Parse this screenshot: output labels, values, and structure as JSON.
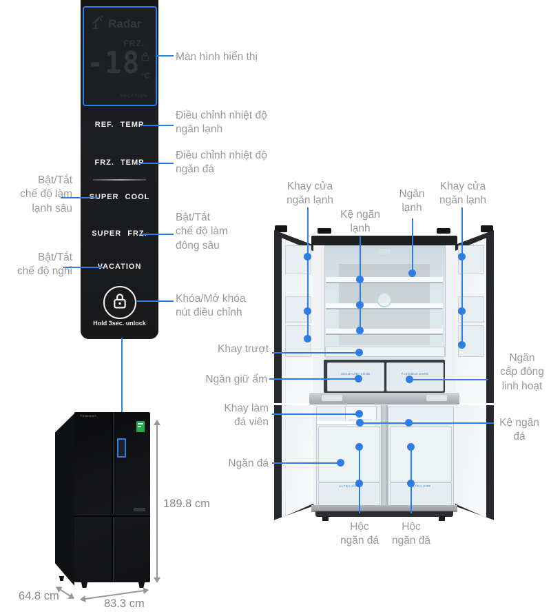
{
  "colors": {
    "accent_blue": "#2e7de4",
    "label_gray": "#97999c",
    "panel_black": "#1a1b1d",
    "energy_green": "#27a84d"
  },
  "panel": {
    "display": {
      "radar_label": "Radar",
      "frz_label": "FRZ.",
      "temperature": "-18",
      "unit": "°C",
      "mode_label": "VACATION"
    },
    "buttons": {
      "ref_temp": "REF. TEMP",
      "frz_temp": "FRZ. TEMP",
      "super_cool": "SUPER COOL",
      "super_frz": "SUPER FRZ.",
      "vacation": "VACATION"
    },
    "lock_hint": "Hold 3sec. unlock"
  },
  "callouts": {
    "display": "Màn hình hiển thị",
    "ref_temp": "Điều chỉnh nhiệt độ\nngăn lạnh",
    "frz_temp": "Điều chỉnh nhiệt độ\nngăn đá",
    "super_cool": "Bật/Tắt\nchế độ làm\nlạnh sâu",
    "super_frz": "Bật/Tắt\nchế độ làm\nđông sâu",
    "vacation": "Bật/Tắt\nchế độ nghỉ",
    "lock": "Khóa/Mở khóa\nnút điều chỉnh",
    "door_tray_left": "Khay cửa\nngăn lạnh",
    "fridge_shelf": "Kệ ngăn\nlạnh",
    "fridge_compartment": "Ngăn\nlạnh",
    "door_tray_right": "Khay cửa\nngăn lạnh",
    "sliding_tray": "Khay trượt",
    "humidity_box": "Ngăn giữ ẩm",
    "flexible_freezer": "Ngăn\ncấp đông\nlinh hoạt",
    "ice_cube_tray": "Khay làm\nđá viên",
    "freezer_shelf": "Kệ ngăn\nđá",
    "freezer": "Ngăn đá",
    "freezer_bin_left": "Hộc\nngăn đá",
    "freezer_bin_right": "Hộc\nngăn đá"
  },
  "fridge": {
    "brand": "TOSHIBA",
    "zone_moisture": "MOISTURE ZONE",
    "zone_flexible": "FLEXIBLE ZONE",
    "zone_ultra_left": "ULTRA SIZE",
    "zone_ultra_right": "ULTRA SIZE"
  },
  "dimensions": {
    "height": "189.8 cm",
    "width": "83.3 cm",
    "depth": "64.8 cm"
  }
}
